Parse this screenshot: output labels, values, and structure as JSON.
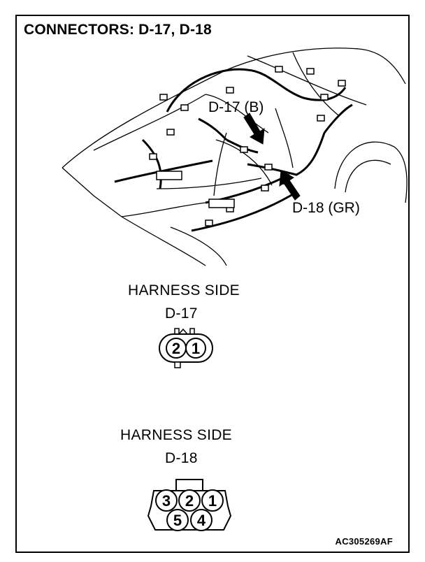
{
  "title": "CONNECTORS: D-17, D-18",
  "callouts": {
    "d17": "D-17 (B)",
    "d18": "D-18 (GR)"
  },
  "connectors": [
    {
      "side_label": "HARNESS SIDE",
      "id": "D-17",
      "pins": [
        "2",
        "1"
      ]
    },
    {
      "side_label": "HARNESS SIDE",
      "id": "D-18",
      "pins_top": [
        "3",
        "2",
        "1"
      ],
      "pins_bottom": [
        "5",
        "4"
      ]
    }
  ],
  "figure_code": "AC305269AF"
}
